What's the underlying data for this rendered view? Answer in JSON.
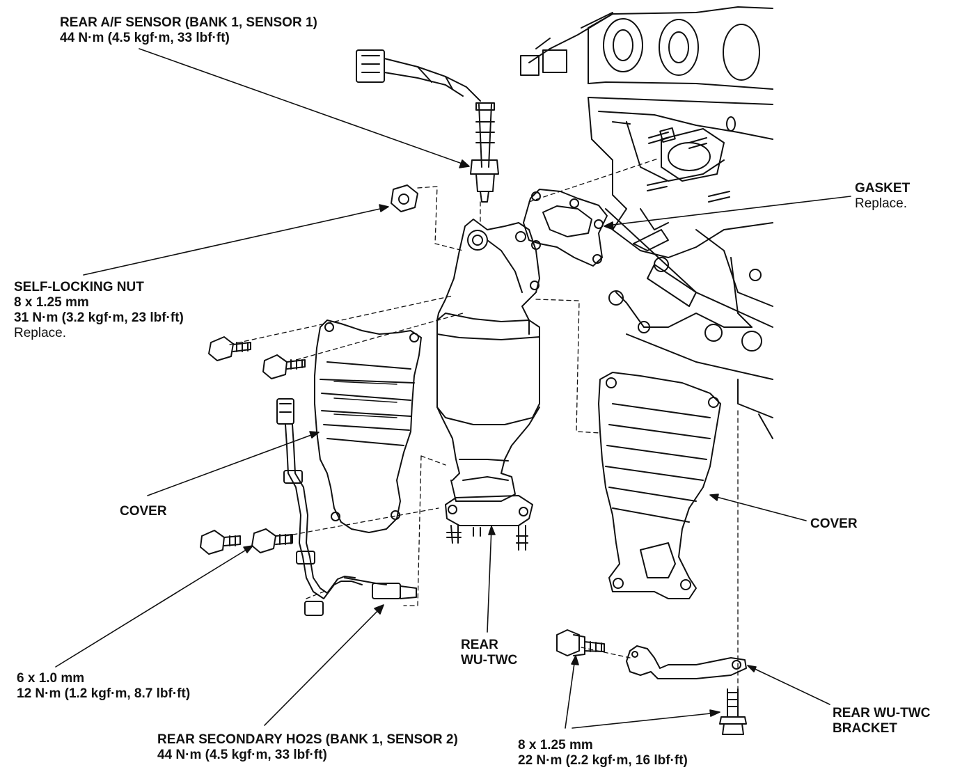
{
  "callouts": {
    "rear_af_sensor": {
      "name": "REAR A/F SENSOR (BANK 1, SENSOR 1)",
      "torque": "44 N·m (4.5 kgf·m, 33 lbf·ft)"
    },
    "gasket": {
      "name": "GASKET",
      "note": "Replace."
    },
    "self_locking_nut": {
      "name": "SELF-LOCKING NUT",
      "size": "8 x 1.25 mm",
      "torque": "31 N·m (3.2 kgf·m, 23 lbf·ft)",
      "note": "Replace."
    },
    "cover_left": {
      "name": "COVER"
    },
    "cover_right": {
      "name": "COVER"
    },
    "rear_wu_twc": {
      "line1": "REAR",
      "line2": "WU-TWC"
    },
    "bolt_6x1": {
      "size": "6 x 1.0 mm",
      "torque": "12 N·m (1.2 kgf·m, 8.7 lbf·ft)"
    },
    "rear_secondary_ho2s": {
      "name": "REAR SECONDARY HO2S (BANK 1, SENSOR 2)",
      "torque": "44 N·m (4.5 kgf·m, 33 lbf·ft)"
    },
    "bolt_8x125": {
      "size": "8 x 1.25 mm",
      "torque": "22 N·m (2.2 kgf·m, 16 lbf·ft)"
    },
    "rear_wu_twc_bracket": {
      "line1": "REAR WU-TWC",
      "line2": "BRACKET"
    }
  }
}
